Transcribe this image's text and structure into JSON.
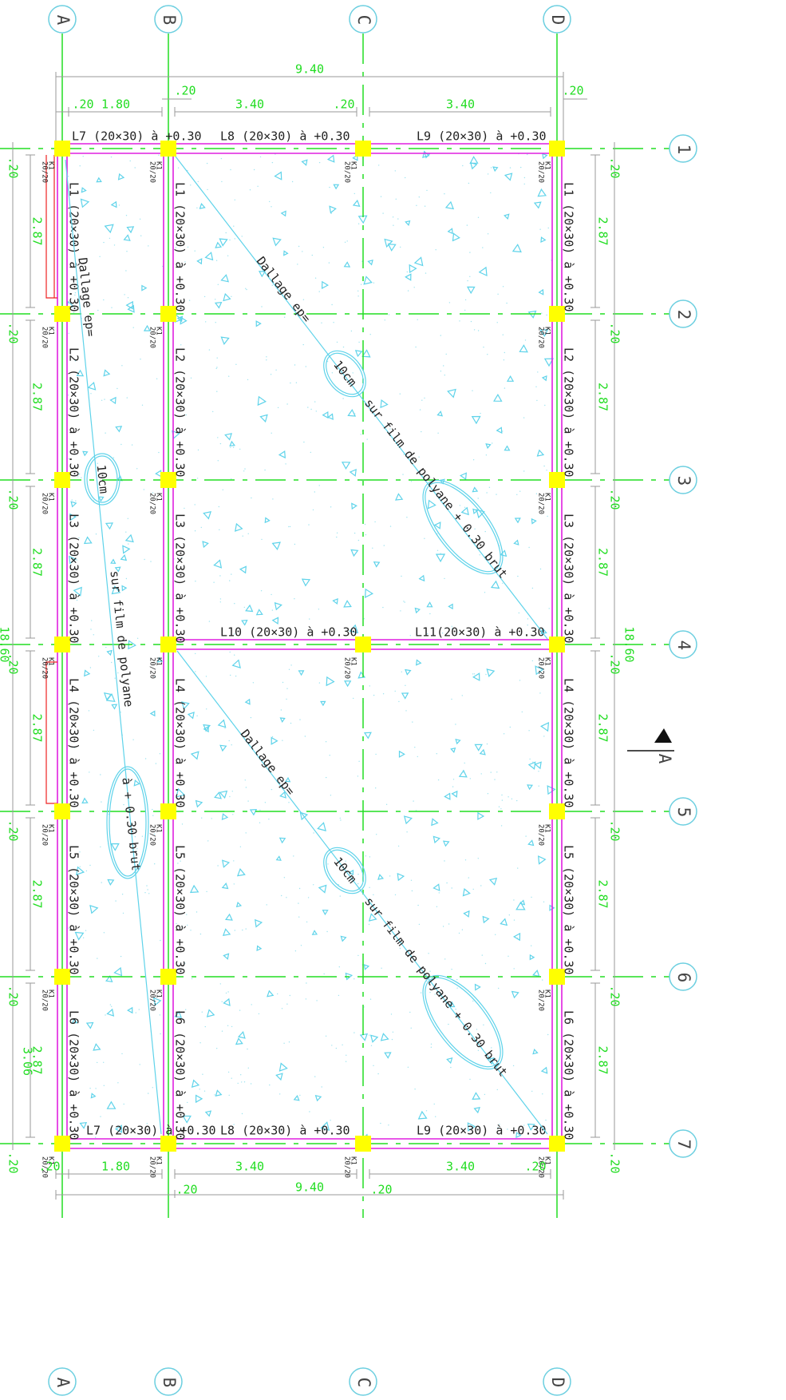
{
  "plan": {
    "grid_letters": [
      "A",
      "B",
      "C",
      "D"
    ],
    "grid_numbers": [
      "1",
      "2",
      "3",
      "4",
      "5",
      "6",
      "7"
    ],
    "dimensions": {
      "total_width": "9.40",
      "total_height": "18.60",
      "bay_1_8": "1.80",
      "bay_3_4": "3.40",
      "bay_2_87": "2.87",
      "bay_3_06": "3.06",
      "column_20": ".20"
    },
    "column_tag": "K1",
    "column_size": "20/20",
    "beams": {
      "L1": "L1 (20×30) à +0.30",
      "L2": "L2 (20×30) à +0.30",
      "L3": "L3 (20×30) à +0.30",
      "L4": "L4 (20×30) à +0.30",
      "L5": "L5 (20×30) à +0.30",
      "L6": "L6 (20×30) à +0.30",
      "L7": "L7 (20×30) à +0.30",
      "L8": "L8 (20×30) à +0.30",
      "L9": "L9 (20×30) à +0.30",
      "L10": "L10 (20×30) à +0.30",
      "L11": "L11(20×30) à +0.30"
    },
    "slab_notes": {
      "dallage": "Dallage ep=",
      "thickness": "10cm",
      "film": "sur film de polyane",
      "level": "à + 0.30 brut",
      "film_level": "sur film de polyane + 0.30 brut"
    },
    "section_mark": "A",
    "colors": {
      "grid": "#22dd22",
      "beam": "#e020e0",
      "column": "#ffff00",
      "hatch": "#5fd3ea",
      "dimension_line": "#9a9a9a",
      "opening": "#ee2222"
    }
  }
}
